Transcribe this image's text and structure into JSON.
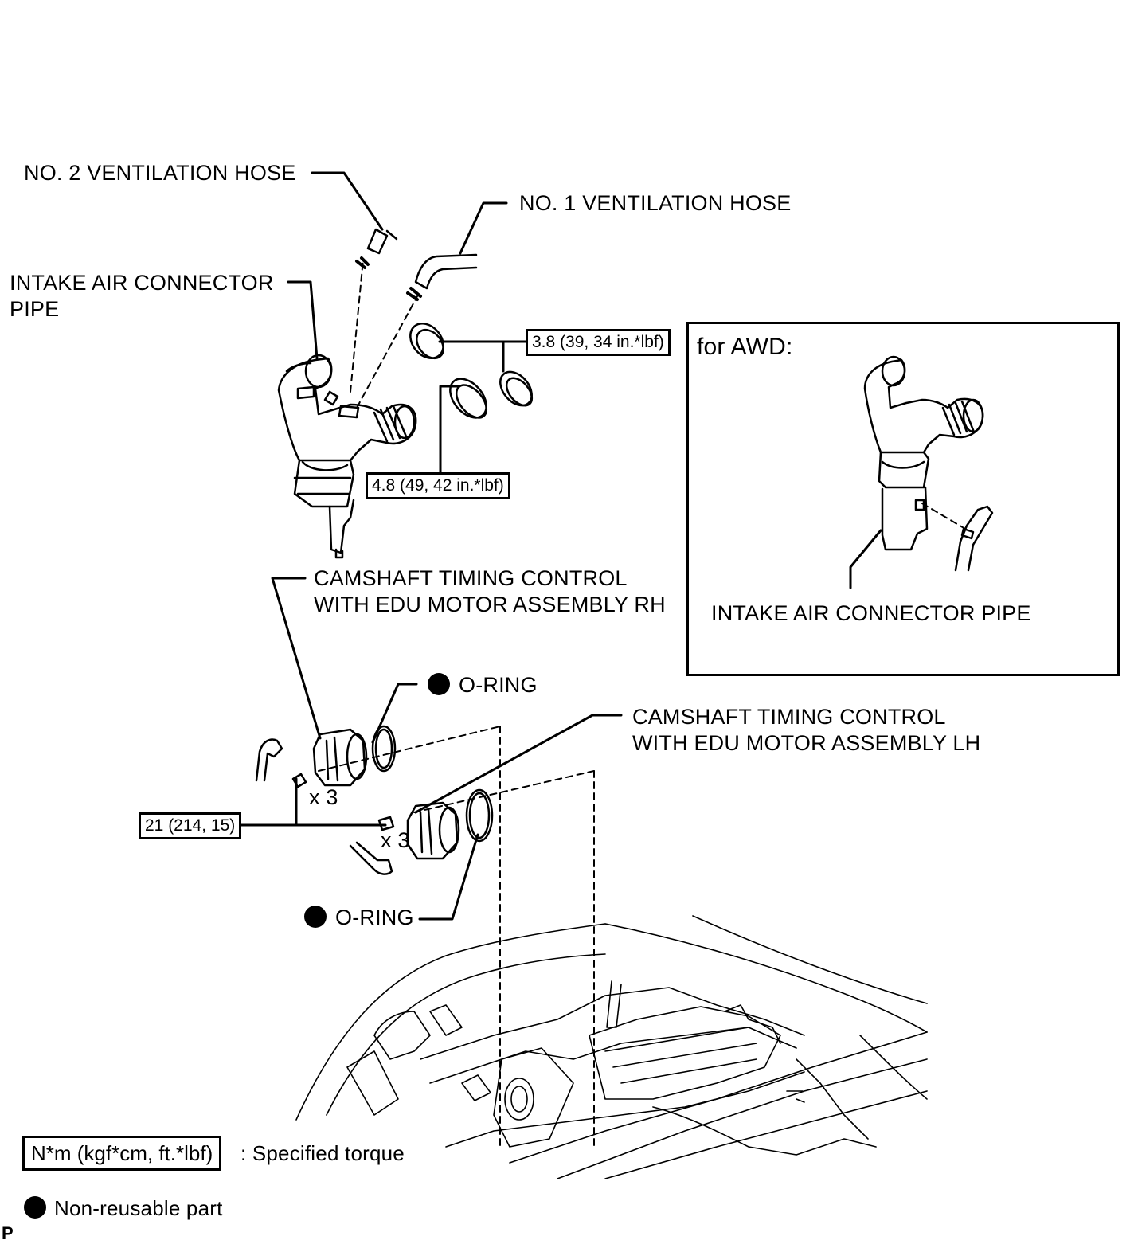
{
  "labels": {
    "no2_hose": "NO. 2 VENTILATION HOSE",
    "no1_hose": "NO. 1 VENTILATION HOSE",
    "intake_pipe_line1": "INTAKE AIR CONNECTOR",
    "intake_pipe_line2": "PIPE",
    "camshaft_rh_line1": "CAMSHAFT TIMING CONTROL",
    "camshaft_rh_line2": "WITH EDU MOTOR ASSEMBLY RH",
    "camshaft_lh_line1": "CAMSHAFT TIMING CONTROL",
    "camshaft_lh_line2": "WITH EDU MOTOR ASSEMBLY LH",
    "oring_upper": "O-RING",
    "oring_lower": "O-RING",
    "qty_rh": "x 3",
    "qty_lh": "x 3"
  },
  "torques": {
    "clamp_small": "3.8 (39, 34 in.*lbf)",
    "clamp_large": "4.8 (49, 42 in.*lbf)",
    "bolts": "21 (214, 15)"
  },
  "awd_inset": {
    "title": "for AWD:",
    "part_label": "INTAKE AIR CONNECTOR PIPE"
  },
  "legend": {
    "torque_box": "N*m (kgf*cm, ft.*lbf)",
    "torque_desc": ": Specified torque",
    "nonreusable_desc": "Non-reusable part"
  },
  "corner_mark": "P"
}
